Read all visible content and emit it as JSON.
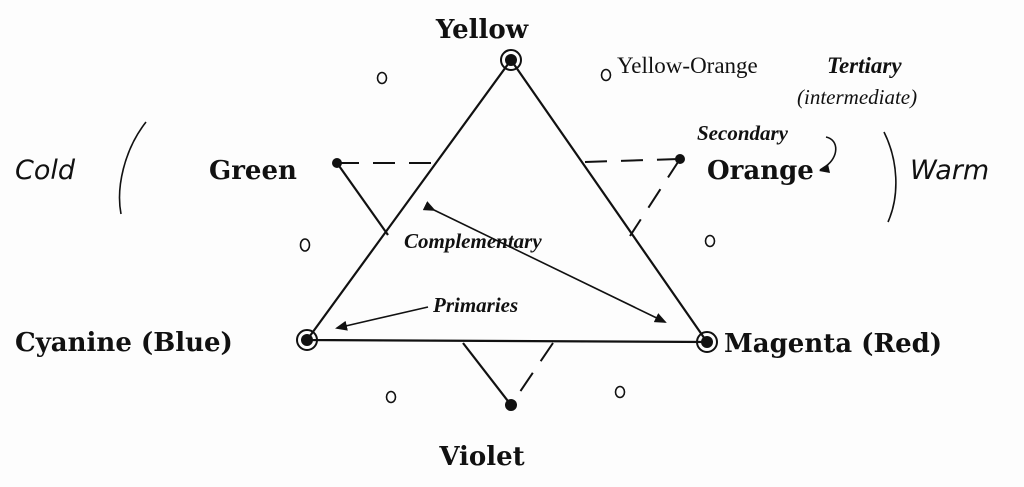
{
  "primaries": {
    "top": "Yellow",
    "left": "Cyanine (Blue)",
    "right": "Magenta (Red)"
  },
  "secondaries": {
    "left": "Green",
    "right": "Orange",
    "bottom": "Violet"
  },
  "tertiary_example": "Yellow-Orange",
  "annotations": {
    "tertiary": "Tertiary",
    "intermediate": "(intermediate)",
    "secondary": "Secondary",
    "complementary": "Complementary",
    "primaries": "Primaries"
  },
  "temperature": {
    "cold": "Cold",
    "warm": "Warm"
  }
}
